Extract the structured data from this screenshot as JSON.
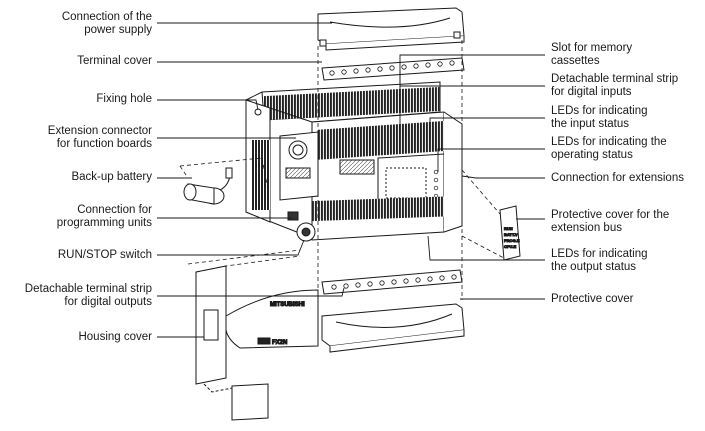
{
  "callouts_left": [
    {
      "id": "power-supply",
      "lines": [
        "Connection of the",
        "power supply"
      ]
    },
    {
      "id": "terminal-cover",
      "lines": [
        "Terminal cover"
      ]
    },
    {
      "id": "fixing-hole",
      "lines": [
        "Fixing hole"
      ]
    },
    {
      "id": "extension-connector",
      "lines": [
        "Extension connector",
        "for function boards"
      ]
    },
    {
      "id": "backup-battery",
      "lines": [
        "Back-up battery"
      ]
    },
    {
      "id": "programming-units",
      "lines": [
        "Connection for",
        "programming units"
      ]
    },
    {
      "id": "run-stop",
      "lines": [
        "RUN/STOP switch"
      ]
    },
    {
      "id": "digital-outputs-strip",
      "lines": [
        "Detachable terminal strip",
        "for digital outputs"
      ]
    },
    {
      "id": "housing-cover",
      "lines": [
        "Housing cover"
      ]
    }
  ],
  "callouts_right": [
    {
      "id": "memory-slot",
      "lines": [
        "Slot for memory",
        "cassettes"
      ]
    },
    {
      "id": "digital-inputs-strip",
      "lines": [
        "Detachable terminal strip",
        "for digital inputs"
      ]
    },
    {
      "id": "input-leds",
      "lines": [
        "LEDs for indicating",
        "the input status"
      ]
    },
    {
      "id": "operating-leds",
      "lines": [
        "LEDs for indicating the",
        "operating status"
      ]
    },
    {
      "id": "extensions",
      "lines": [
        "Connection for extensions"
      ]
    },
    {
      "id": "bus-cover",
      "lines": [
        "Protective cover for the",
        "extension bus"
      ]
    },
    {
      "id": "output-leds",
      "lines": [
        "LEDs for indicating",
        "the output status"
      ]
    },
    {
      "id": "protective-cover",
      "lines": [
        "Protective cover"
      ]
    }
  ],
  "device_markings": {
    "brand": "MITSUBISHI",
    "model": "FX2N",
    "status_leds": [
      "RUN",
      "BATT.V",
      "PROG.E",
      "CPU.E"
    ]
  },
  "colors": {
    "line": "#1a1a1a",
    "vents": "#222222",
    "text": "#1a1a1a"
  }
}
